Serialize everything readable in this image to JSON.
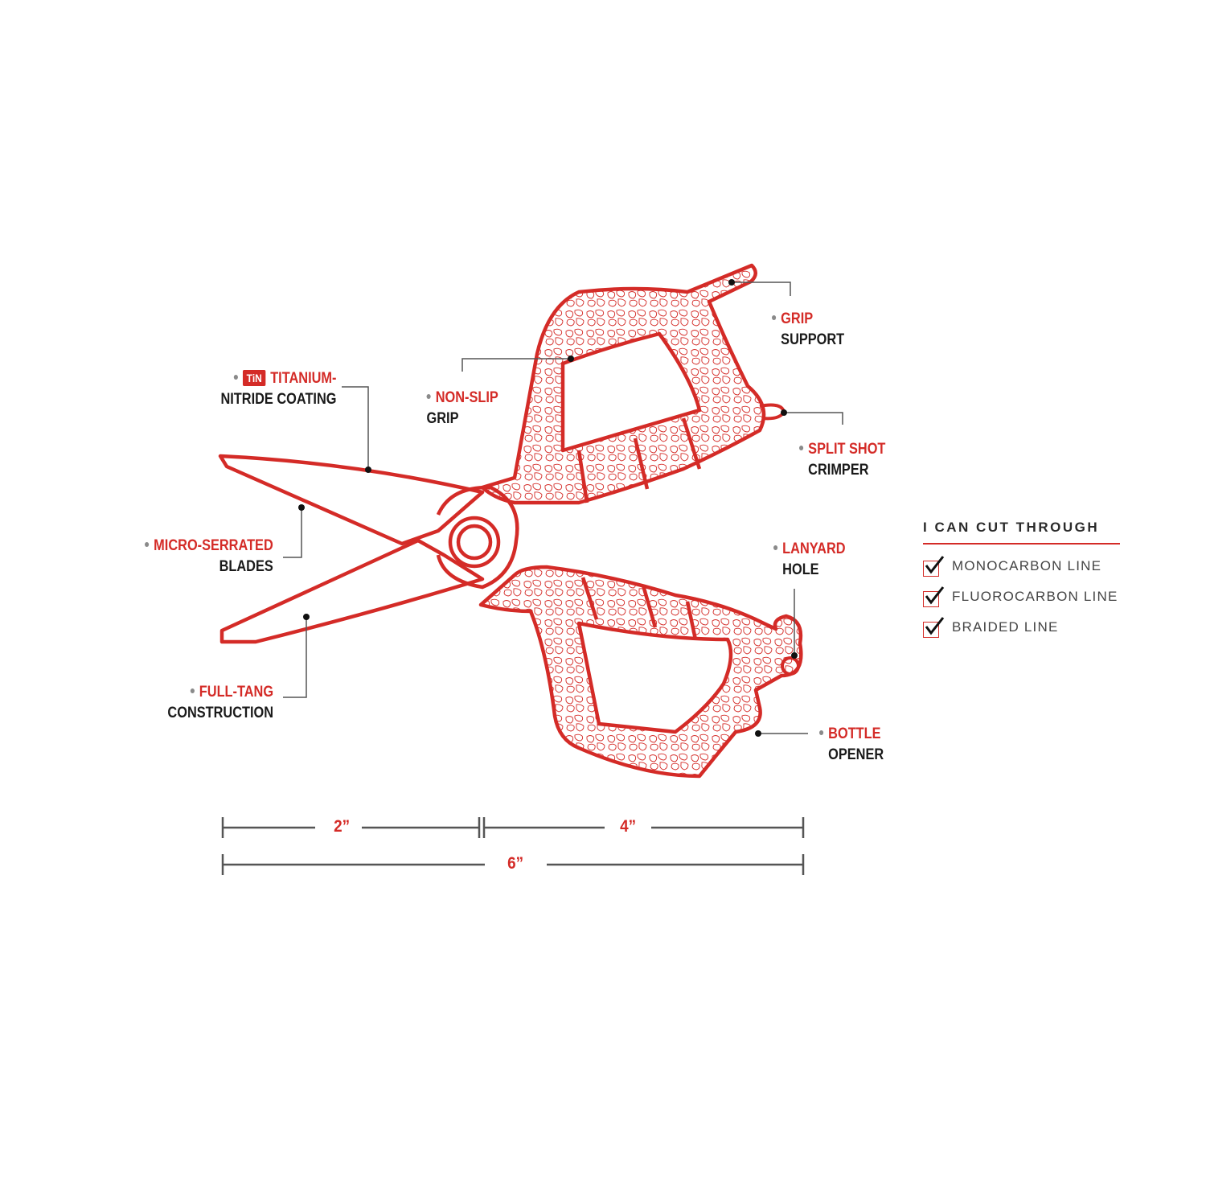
{
  "labels": {
    "titanium": {
      "red": "TITANIUM-",
      "dark": "NITRIDE COATING",
      "badge": "TiN"
    },
    "micro": {
      "red": "MICRO-SERRATED",
      "dark": "BLADES"
    },
    "fulltang": {
      "red": "FULL-TANG",
      "dark": "CONSTRUCTION"
    },
    "nonslip": {
      "red": "NON-SLIP",
      "dark": "GRIP"
    },
    "gripsupport": {
      "red": "GRIP",
      "dark": "SUPPORT"
    },
    "splitshot": {
      "red": "SPLIT SHOT",
      "dark": "CRIMPER"
    },
    "lanyard": {
      "red": "LANYARD",
      "dark": "HOLE"
    },
    "bottle": {
      "red": "BOTTLE",
      "dark": "OPENER"
    }
  },
  "dimensions": {
    "d2": "2”",
    "d4": "4”",
    "d6": "6”"
  },
  "cut_panel": {
    "title": "I CAN CUT THROUGH",
    "items": [
      "MONOCARBON LINE",
      "FLUOROCARBON LINE",
      "BRAIDED LINE"
    ]
  },
  "colors": {
    "accent": "#d42b27",
    "text": "#1a1a1a",
    "leader": "#555555"
  }
}
